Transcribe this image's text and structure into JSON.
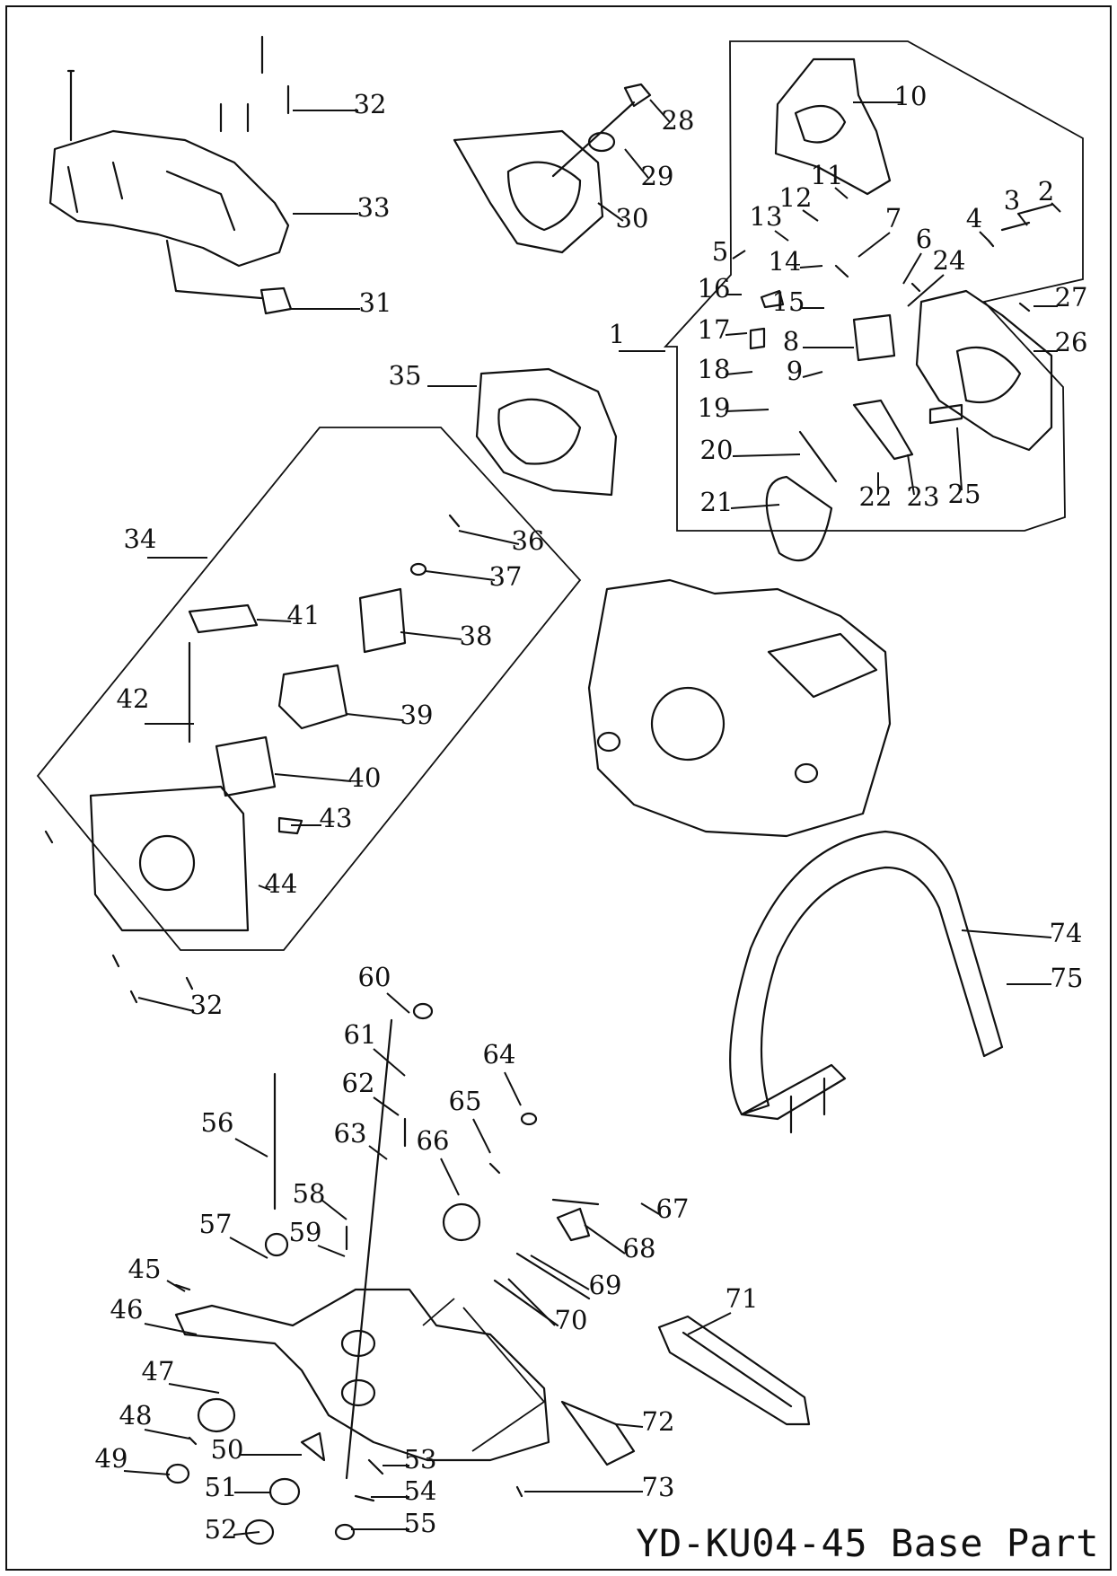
{
  "diagram": {
    "labels": [
      "1",
      "2",
      "3",
      "4",
      "5",
      "6",
      "7",
      "8",
      "9",
      "10",
      "11",
      "12",
      "13",
      "14",
      "15",
      "16",
      "17",
      "18",
      "19",
      "20",
      "21",
      "22",
      "23",
      "24",
      "25",
      "26",
      "27",
      "28",
      "29",
      "30",
      "31",
      "32",
      "32",
      "33",
      "34",
      "35",
      "36",
      "37",
      "38",
      "39",
      "40",
      "41",
      "42",
      "43",
      "44",
      "45",
      "46",
      "47",
      "48",
      "49",
      "50",
      "51",
      "52",
      "53",
      "54",
      "55",
      "56",
      "57",
      "58",
      "59",
      "60",
      "61",
      "62",
      "63",
      "64",
      "65",
      "66",
      "67",
      "68",
      "69",
      "70",
      "71",
      "72",
      "73",
      "74",
      "75"
    ]
  },
  "caption": "YD-KU04-45 Base Part"
}
